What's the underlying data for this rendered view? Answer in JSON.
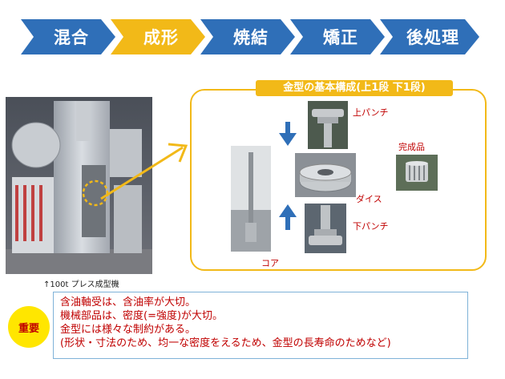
{
  "process_steps": [
    {
      "label": "混合",
      "color": "#2f6fb8"
    },
    {
      "label": "成形",
      "color": "#f2b918"
    },
    {
      "label": "焼結",
      "color": "#2f6fb8"
    },
    {
      "label": "矯正",
      "color": "#2f6fb8"
    },
    {
      "label": "後処理",
      "color": "#2f6fb8"
    }
  ],
  "press": {
    "caption": "↑100t プレス成型機"
  },
  "mold": {
    "title": "金型の基本構成(上1段 下1段)",
    "upper_punch": "上パンチ",
    "die": "ダイス",
    "lower_punch": "下パンチ",
    "core": "コア",
    "finished": "完成品",
    "accent": "#f2b918"
  },
  "important": {
    "badge": "重要",
    "lines": [
      "含油軸受は、含油率が大切。",
      "機械部品は、密度(=強度)が大切。",
      "金型には様々な制約がある。",
      "(形状・寸法のため、均一な密度をえるため、金型の長寿命のためなど)"
    ],
    "text_color": "#c00000",
    "badge_color": "#ffe600"
  }
}
